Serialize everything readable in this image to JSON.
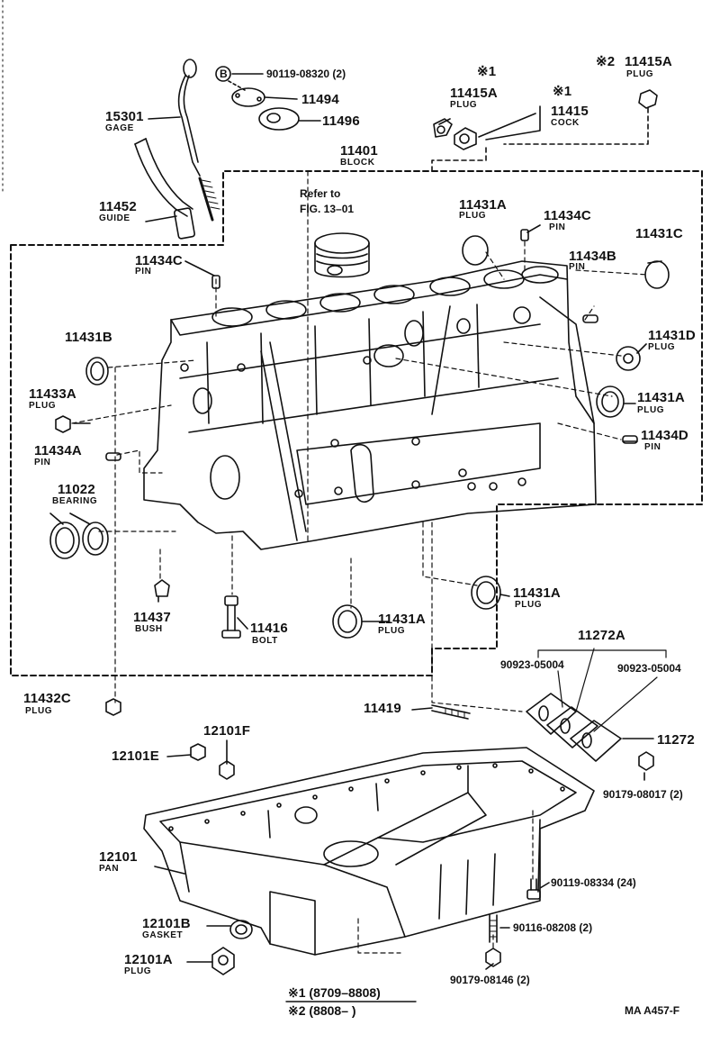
{
  "parts": {
    "bolt_90119_08320": "90119-08320 (2)",
    "p11494": "11494",
    "p11496": "11496",
    "p15301": "15301",
    "gage": "GAGE",
    "p11452": "11452",
    "guide": "GUIDE",
    "p11401": "11401",
    "block": "BLOCK",
    "refer_line1": "Refer to",
    "refer_line2": "FIG. 13–01",
    "star1_mark": "※1",
    "star1b_mark": "※1",
    "p11415a_a": "11415A",
    "plug": "PLUG",
    "p11415": "11415",
    "cock": "COCK",
    "star2_mark": "※2",
    "p11415a_b": "11415A",
    "p11431a_top": "11431A",
    "p11434c_right": "11434C",
    "pin": "PIN",
    "p11431c": "11431C",
    "p11434c_left": "11434C",
    "p11434b": "11434B",
    "p11431b": "11431B",
    "p11431d": "11431D",
    "p11433a": "11433A",
    "p11431a_right": "11431A",
    "p11434a": "11434A",
    "p11434d": "11434D",
    "p11022": "11022",
    "bearing": "BEARING",
    "p11431a_low_right": "11431A",
    "p11437": "11437",
    "bush": "BUSH",
    "p11416": "11416",
    "bolt": "BOLT",
    "p11431a_bottom": "11431A",
    "p11272a": "11272A",
    "p90923_left": "90923-05004",
    "p90923_right": "90923-05004",
    "p11432c": "11432C",
    "p11419": "11419",
    "p11272": "11272",
    "p12101f": "12101F",
    "p12101e": "12101E",
    "p90179_08017": "90179-08017 (2)",
    "p12101": "12101",
    "pan": "PAN",
    "p90119_08334": "90119-08334 (24)",
    "p12101b": "12101B",
    "gasket": "GASKET",
    "p90116_08208": "90116-08208 (2)",
    "p12101a": "12101A",
    "p90179_08146": "90179-08146 (2)",
    "circle_b": "B"
  },
  "legend": {
    "star1": "※1 (8709–8808)",
    "star2": "※2 (8808–        )"
  },
  "figure_code": "MA  A457-F"
}
